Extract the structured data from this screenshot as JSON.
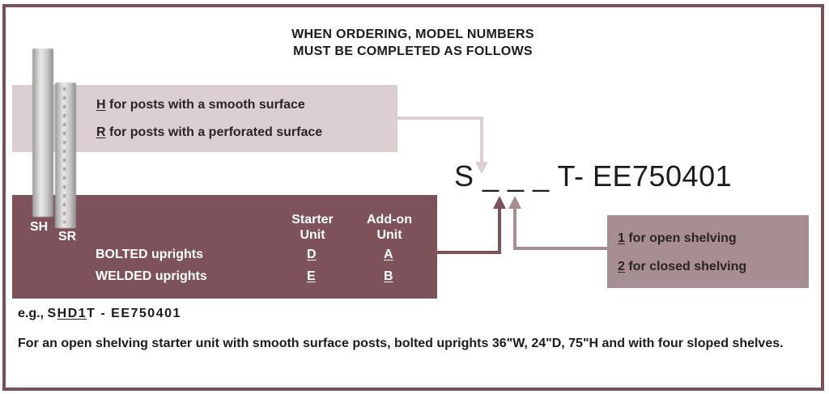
{
  "title": {
    "line1": "WHEN ORDERING, MODEL NUMBERS",
    "line2": "MUST BE COMPLETED AS FOLLOWS"
  },
  "surface_options": [
    {
      "code": "H",
      "text": " for posts with a smooth surface"
    },
    {
      "code": "R",
      "text": " for posts with a perforated surface"
    }
  ],
  "post_labels": {
    "smooth": "SH",
    "perforated": "SR"
  },
  "unit_table": {
    "col_starter": [
      "Starter",
      "Unit"
    ],
    "col_addon": [
      "Add-on",
      "Unit"
    ],
    "rows": [
      {
        "label": "BOLTED uprights",
        "starter": "D",
        "addon": "A"
      },
      {
        "label": "WELDED uprights",
        "starter": "E",
        "addon": "B"
      }
    ]
  },
  "model": {
    "prefix": "S",
    "blanks": "_ _ _",
    "suffix": "T- EE750401"
  },
  "shelving_options": [
    {
      "code": "1",
      "text": " for open shelving"
    },
    {
      "code": "2",
      "text": " for closed shelving"
    }
  ],
  "example": {
    "lead": "e.g., ",
    "parts": [
      "S",
      "H",
      "D",
      "1",
      "T - EE750401"
    ]
  },
  "description": "For an open shelving starter unit with smooth surface posts, bolted uprights 36\"W, 24\"D, 75\"H and with four sloped shelves.",
  "colors": {
    "frame": "#7a4f58",
    "top_box": "#dccfd1",
    "mid_box": "#7e525b",
    "right_box": "#a78e92",
    "arrow_light": "#dccfd1",
    "arrow_dark": "#7e525b",
    "arrow_medium": "#a78e92"
  }
}
